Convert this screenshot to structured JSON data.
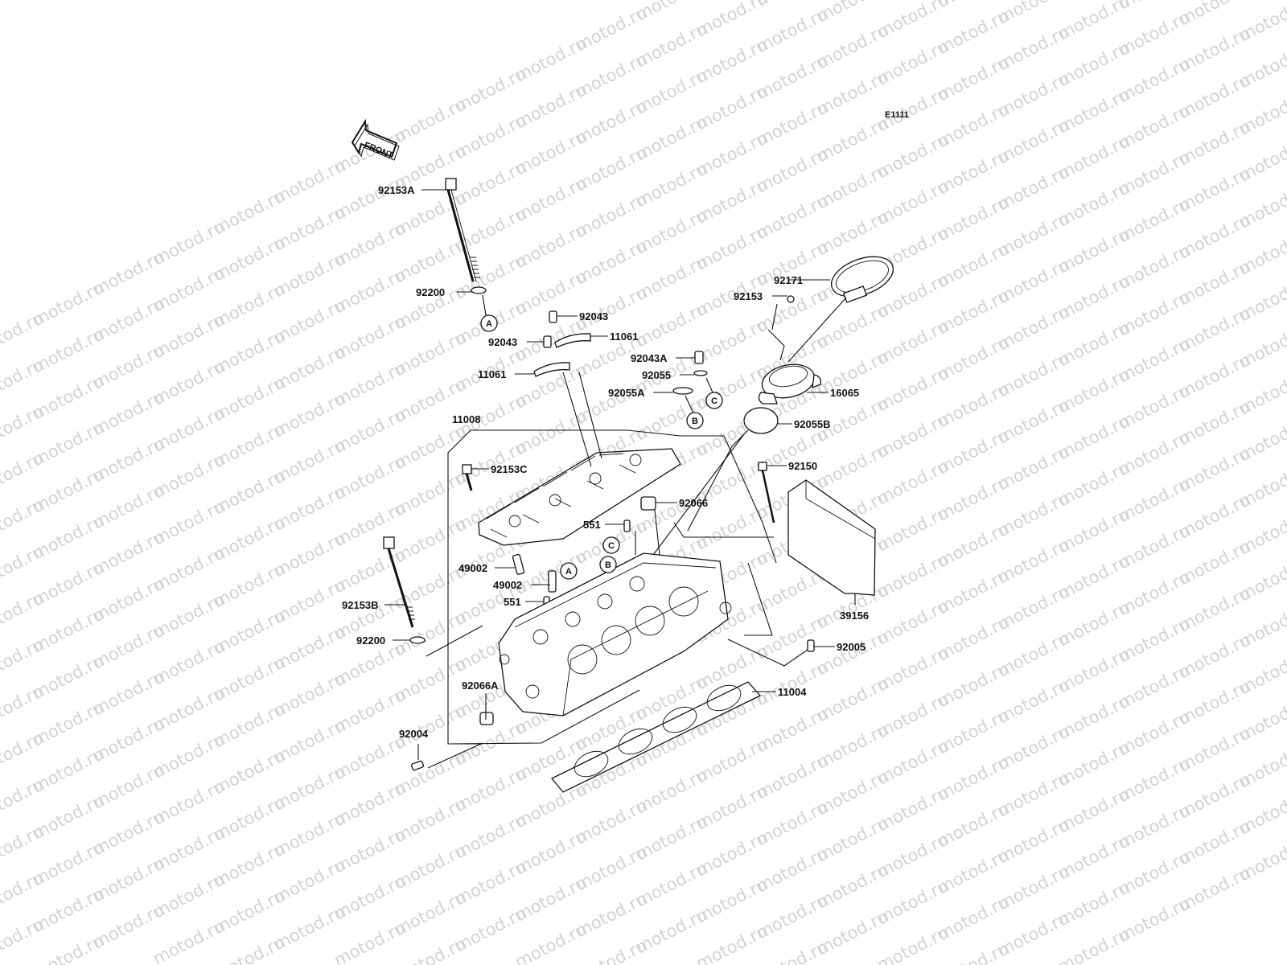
{
  "diagram_code": "E1111",
  "front_label": "FRONT",
  "watermark": "motod.ru",
  "callout_letters": {
    "a": "A",
    "b": "B",
    "c": "C"
  },
  "parts": {
    "p92153A": "92153A",
    "p92200_top": "92200",
    "p92043_a": "92043",
    "p92043_b": "92043",
    "p11061_a": "11061",
    "p11061_b": "11061",
    "p92043A": "92043A",
    "p92055": "92055",
    "p92055A": "92055A",
    "p92171": "92171",
    "p92153": "92153",
    "p16065": "16065",
    "p92055B": "92055B",
    "p11008": "11008",
    "p92153C": "92153C",
    "p92150": "92150",
    "p92066": "92066",
    "p551_a": "551",
    "p551_b": "551",
    "p49002_a": "49002",
    "p49002_b": "49002",
    "p92153B": "92153B",
    "p92200_bottom": "92200",
    "p39156": "39156",
    "p92005": "92005",
    "p11004": "11004",
    "p92066A": "92066A",
    "p92004": "92004"
  }
}
